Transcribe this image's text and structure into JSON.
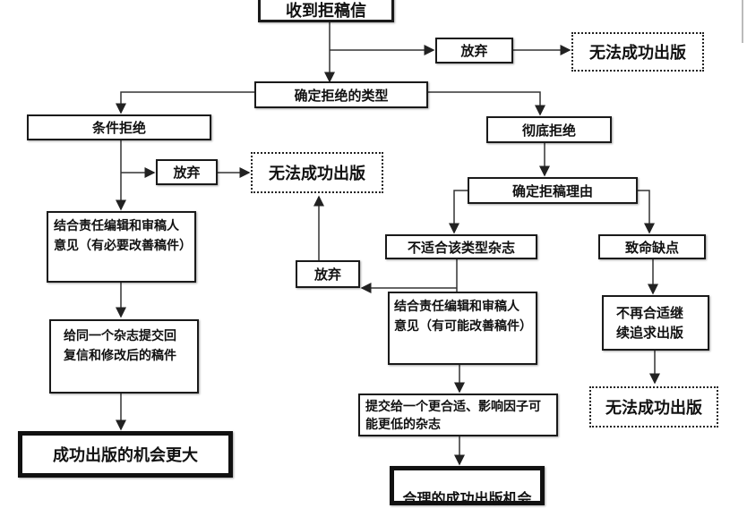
{
  "nodes": {
    "received": "收到拒稿信",
    "give_up_1": "放弃",
    "fail_1": "无法成功出版",
    "determine_type": "确定拒绝的类型",
    "conditional": "条件拒绝",
    "complete": "彻底拒绝",
    "give_up_2": "放弃",
    "fail_2": "无法成功出版",
    "combine_left": "结合责任编辑和审稿人意见（有必要改善稿件）",
    "resubmit_same": "给同一个杂志提交回复信和修改后的稿件",
    "better_chance": "成功出版的机会更大",
    "give_up_3": "放弃",
    "determine_reason": "确定拒稿理由",
    "unsuitable": "不适合该类型杂志",
    "fatal_flaw": "致命缺点",
    "combine_right": "结合责任编辑和审稿人意见（有可能改善稿件）",
    "no_longer": "不再合适继续追求出版",
    "submit_other": "提交给一个更合适、影响因子可能更低的杂志",
    "fail_3": "无法成功出版",
    "reasonable_chance": "合理的成功出版机会"
  }
}
